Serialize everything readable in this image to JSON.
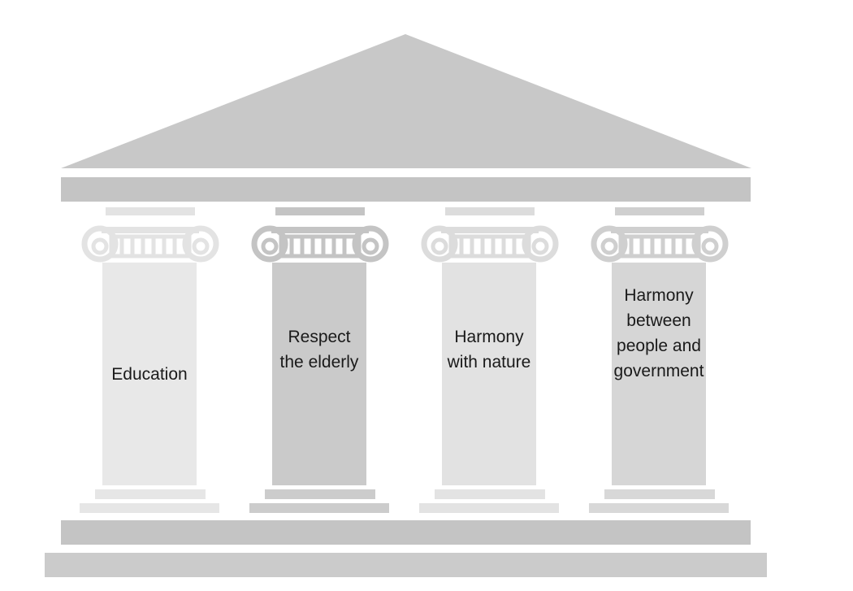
{
  "diagram": {
    "pillars": [
      {
        "label": "Education",
        "color": "#e8e8e8",
        "scroll_color": "#e3e3e3",
        "base_color": "#e6e6e6"
      },
      {
        "label": "Respect the elderly",
        "color": "#cacaca",
        "scroll_color": "#c4c4c4",
        "base_color": "#cccccc"
      },
      {
        "label": "Harmony with nature",
        "color": "#e2e2e2",
        "scroll_color": "#dcdcdc",
        "base_color": "#e3e3e3"
      },
      {
        "label": "Harmony between people and government",
        "color": "#d6d6d6",
        "scroll_color": "#cfcfcf",
        "base_color": "#d8d8d8"
      }
    ],
    "colors": {
      "roof": "#c8c8c8",
      "entablature": "#c4c4c4",
      "base_upper": "#c4c4c4",
      "base_lower": "#cbcbcb"
    }
  }
}
